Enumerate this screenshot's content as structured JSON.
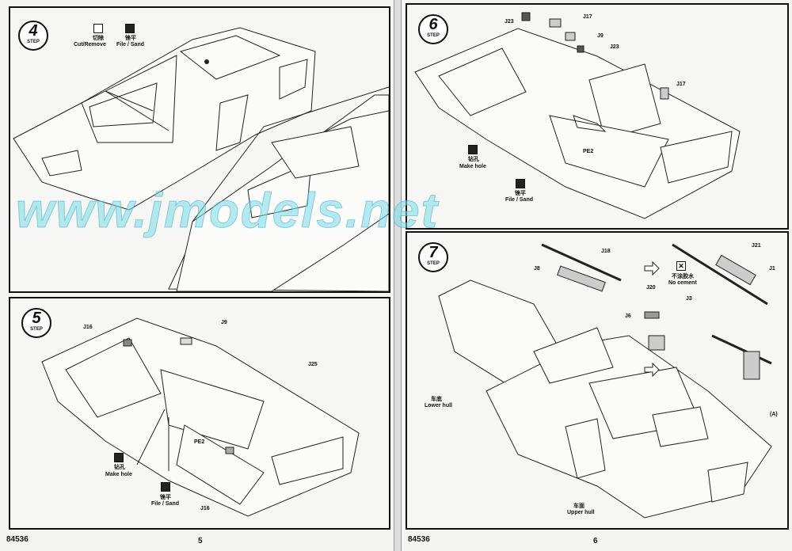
{
  "left_page": {
    "catalog_number": "84536",
    "page_number": "5",
    "step4": {
      "step_number": "4",
      "step_label": "STEP",
      "icons": [
        {
          "name": "cut-remove-icon",
          "label_cn": "切除",
          "label_en": "Cut/Remove"
        },
        {
          "name": "file-sand-icon",
          "label_cn": "锉平",
          "label_en": "File / Sand"
        }
      ]
    },
    "step5": {
      "step_number": "5",
      "step_label": "STEP",
      "parts": [
        "J16",
        "J9",
        "J25",
        "PE2",
        "J16"
      ],
      "make_hole_cn": "钻孔",
      "make_hole_en": "Make hole",
      "file_sand_cn": "锉平",
      "file_sand_en": "File / Sand"
    }
  },
  "right_page": {
    "catalog_number": "84536",
    "page_number": "6",
    "step6": {
      "step_number": "6",
      "step_label": "STEP",
      "parts": [
        "J23",
        "J17",
        "J9",
        "J23",
        "J17",
        "PE2"
      ],
      "make_hole_cn": "钻孔",
      "make_hole_en": "Make hole",
      "file_sand_cn": "锉平",
      "file_sand_en": "File / Sand"
    },
    "step7": {
      "step_number": "7",
      "step_label": "STEP",
      "parts": [
        "J18",
        "J8",
        "J21",
        "J1",
        "J20",
        "J3",
        "J6"
      ],
      "no_cement_cn": "不涂胶水",
      "no_cement_en": "No cement",
      "lower_hull_cn": "车底",
      "lower_hull_en": "Lower hull",
      "upper_hull_cn": "车面",
      "upper_hull_en": "Upper hull",
      "callout": "(A)"
    }
  },
  "watermark": "www.jmodels.net"
}
